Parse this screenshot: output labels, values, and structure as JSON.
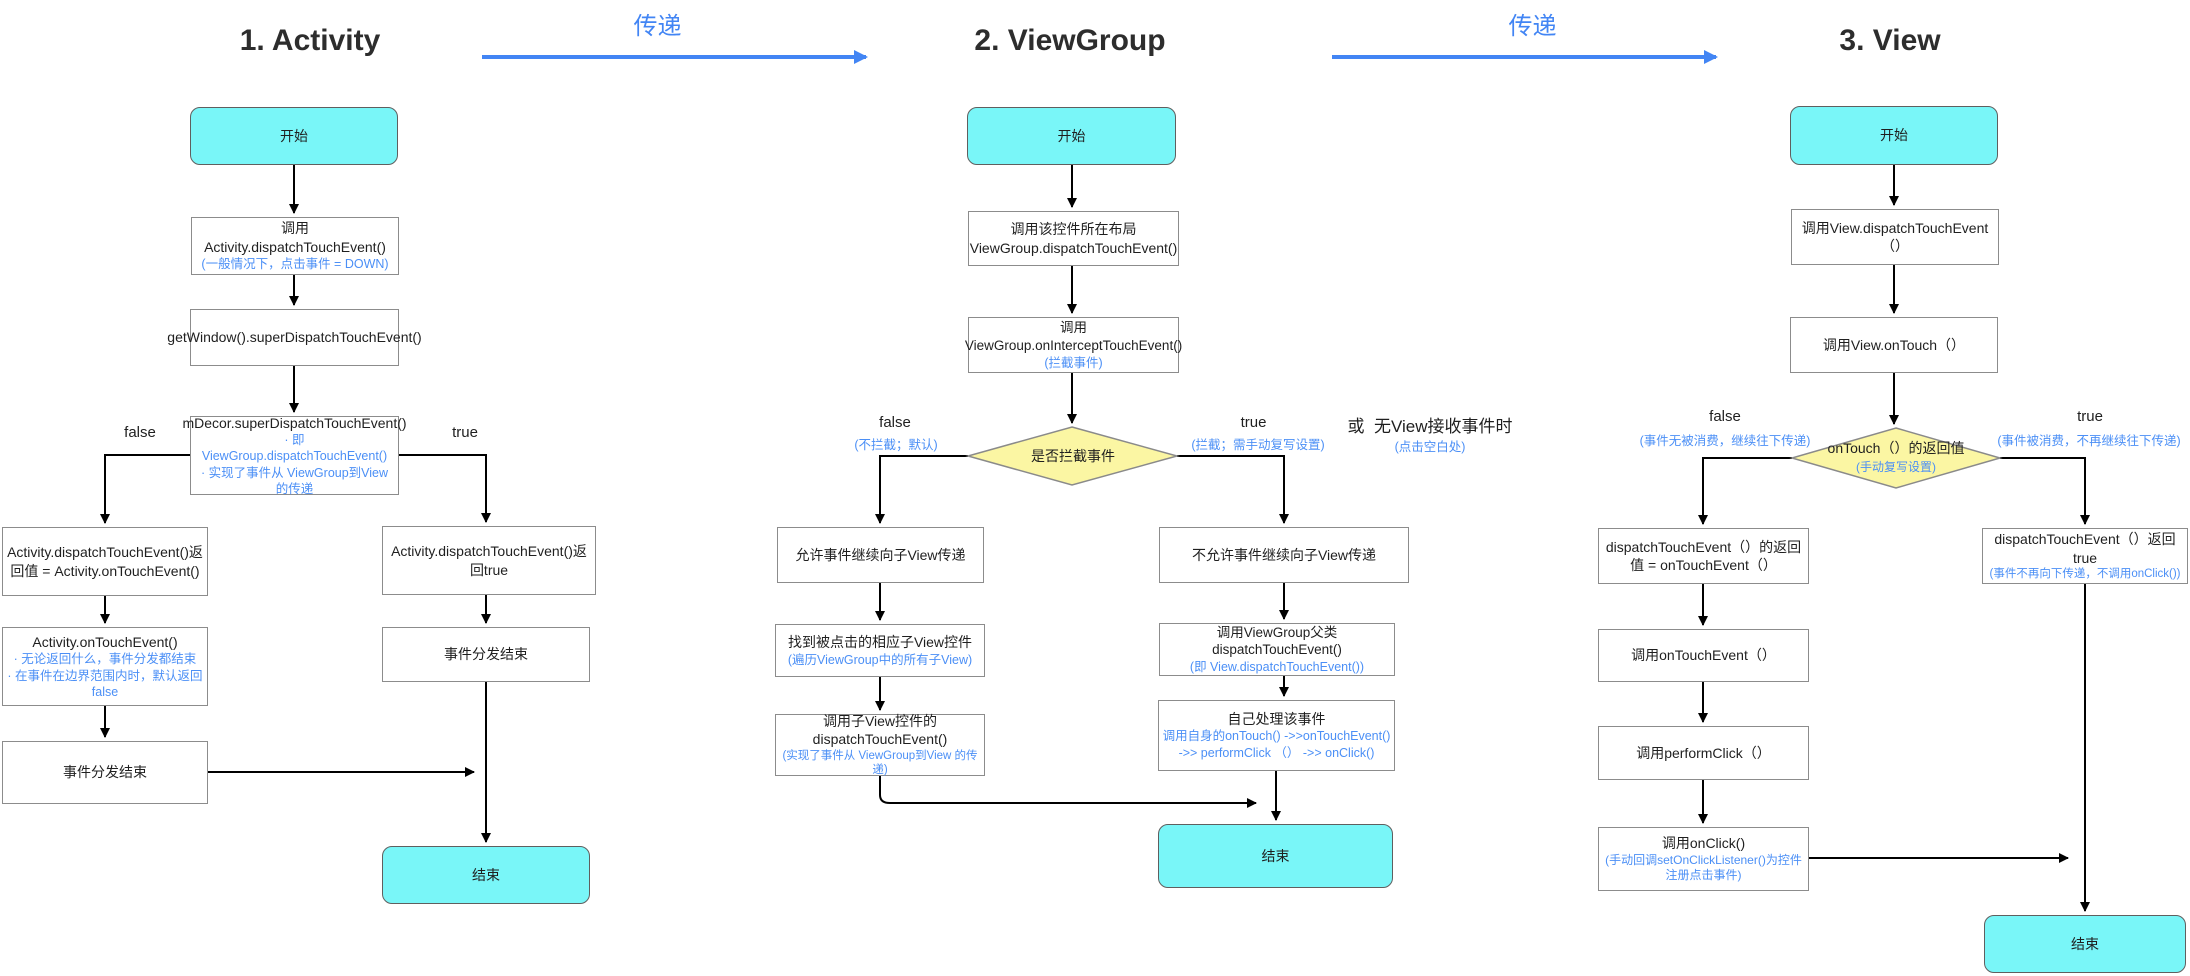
{
  "passing": {
    "label1": "传递",
    "label2": "传递"
  },
  "colors": {
    "accent_blue": "#4285f4",
    "terminal_fill": "#79f6f8",
    "decision_fill": "#fbf6a3"
  },
  "activity": {
    "title": "1. Activity",
    "start": "开始",
    "end": "结束",
    "dispatch": {
      "main": "调用Activity.dispatchTouchEvent()",
      "note": "(一般情况下，点击事件 = DOWN)"
    },
    "getwindow": "getWindow().superDispatchTouchEvent()",
    "mdecor": {
      "main": "mDecor.superDispatchTouchEvent()",
      "note1": "· 即 ViewGroup.dispatchTouchEvent()",
      "note2": "· 实现了事件从 ViewGroup到View 的传递"
    },
    "branch_false": "false",
    "branch_true": "true",
    "return_val": "Activity.dispatchTouchEvent()返回值 = Activity.onTouchEvent()",
    "ontouch": {
      "main": "Activity.onTouchEvent()",
      "note1": "· 无论返回什么，事件分发都结束",
      "note2": "· 在事件在边界范围内时，默认返回false"
    },
    "dispatch_end_left": "事件分发结束",
    "return_true": "Activity.dispatchTouchEvent()返回true",
    "dispatch_end_right": "事件分发结束"
  },
  "viewgroup": {
    "title": "2. ViewGroup",
    "start": "开始",
    "end": "结束",
    "layout_dispatch": {
      "line1": "调用该控件所在布局",
      "line2": "ViewGroup.dispatchTouchEvent()"
    },
    "intercept": {
      "main": "调用ViewGroup.onInterceptTouchEvent()",
      "note": "(拦截事件)"
    },
    "diamond": "是否拦截事件",
    "branch_false": {
      "label": "false",
      "note": "(不拦截；默认)"
    },
    "branch_true": {
      "label": "true",
      "note": "(拦截；需手动复写设置)"
    },
    "or_label": "或",
    "noview_label": "无View接收事件时",
    "noview_note": "(点击空白处)",
    "allow": "允许事件继续向子View传递",
    "deny": "不允许事件继续向子View传递",
    "find_child": {
      "main": "找到被点击的相应子View控件",
      "note": "(遍历ViewGroup中的所有子View)"
    },
    "parent_dispatch": {
      "main": "调用ViewGroup父类dispatchTouchEvent()",
      "note": "(即 View.dispatchTouchEvent())"
    },
    "child_dispatch": {
      "line1": "调用子View控件的",
      "line2": "dispatchTouchEvent()",
      "note": "(实现了事件从 ViewGroup到View 的传递)"
    },
    "self_handle": {
      "main": "自己处理该事件",
      "note1": "调用自身的onTouch() ->>onTouchEvent()",
      "note2": "->> performClick （） ->> onClick()"
    }
  },
  "view": {
    "title": "3. View",
    "start": "开始",
    "end": "结束",
    "dispatch": "调用View.dispatchTouchEvent（）",
    "ontouch": "调用View.onTouch（）",
    "diamond": {
      "main": "onTouch（）的返回值",
      "note": "(手动复写设置)"
    },
    "branch_false": {
      "label": "false",
      "note": "(事件无被消费，继续往下传递)"
    },
    "branch_true": {
      "label": "true",
      "note": "(事件被消费，不再继续往下传递)"
    },
    "return_val": "dispatchTouchEvent（）的返回值 = onTouchEvent（）",
    "ontouchevent": "调用onTouchEvent（）",
    "performclick": "调用performClick（）",
    "onclick": {
      "main": "调用onClick()",
      "note": "(手动回调setOnClickListener()为控件注册点击事件)"
    },
    "return_true": {
      "main": "dispatchTouchEvent（）返回true",
      "note": "(事件不再向下传递，不调用onClick())"
    }
  }
}
